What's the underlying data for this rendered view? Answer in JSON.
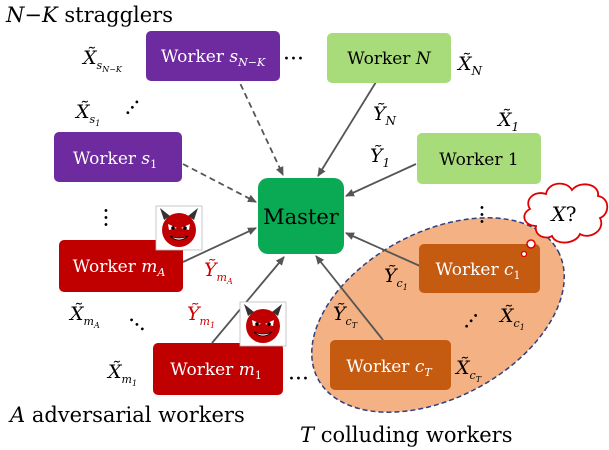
{
  "labels": {
    "stragglers": "N−K stragglers",
    "adversarial": "A adversarial workers",
    "colluding": "T colluding workers"
  },
  "master": {
    "label": "Master",
    "color": "#0aaa55"
  },
  "workers": {
    "s_nk": {
      "label": "Worker s_{N−K}",
      "color": "#6d2b9f"
    },
    "s1": {
      "label": "Worker s_1",
      "color": "#6d2b9f"
    },
    "n": {
      "label": "Worker N",
      "color": "#a8dc7a"
    },
    "w1": {
      "label": "Worker 1",
      "color": "#a8dc7a"
    },
    "ma": {
      "label": "Worker m_A",
      "color": "#c00000"
    },
    "m1": {
      "label": "Worker m_1",
      "color": "#c00000"
    },
    "c1": {
      "label": "Worker c_1",
      "color": "#c55a11"
    },
    "ct": {
      "label": "Worker c_T",
      "color": "#c55a11"
    }
  },
  "inputs": {
    "x_snk": "X̃_{s_{N−K}}",
    "x_n": "X̃_N",
    "x_s1": "X̃_{s_1}",
    "x_1": "X̃_1",
    "x_ma": "X̃_{m_A}",
    "x_m1": "X̃_{m_1}",
    "x_c1": "X̃_{c_1}",
    "x_ct": "X̃_{c_T}"
  },
  "outputs": {
    "y_n": "Ỹ_N",
    "y_1": "Ỹ_1",
    "y_ma": "Ỹ_{m_A}",
    "y_m1": "Ỹ_{m_1}",
    "y_c1": "Ỹ_{c_1}",
    "y_ct": "Ỹ_{c_T}"
  },
  "cloud": {
    "text": "X?"
  },
  "ellipsis": "···",
  "colors": {
    "adversarial_output": "#d00000",
    "colluding_fill": "#f4b183",
    "colluding_border": "#2f3f7f",
    "cloud_border": "#e00000",
    "arrow": "#555555"
  },
  "icons": [
    "devil-icon",
    "devil-icon"
  ]
}
